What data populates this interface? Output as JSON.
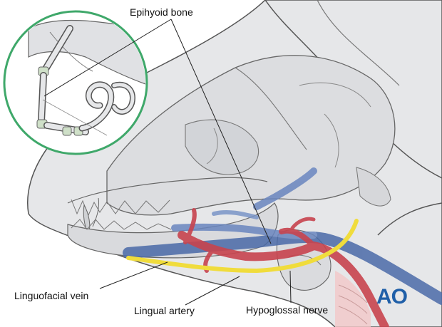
{
  "labels": {
    "epihyoid": "Epihyoid bone",
    "linguofacial_vein": "Linguofacial vein",
    "lingual_artery": "Lingual artery",
    "hypoglossal_nerve": "Hypoglossal nerve"
  },
  "logo": "AO",
  "colors": {
    "vein": "#4a6aa8",
    "artery": "#c8444e",
    "nerve": "#f0dc3c",
    "inset_ring": "#3fa86a",
    "logo": "#1f5fa8"
  }
}
